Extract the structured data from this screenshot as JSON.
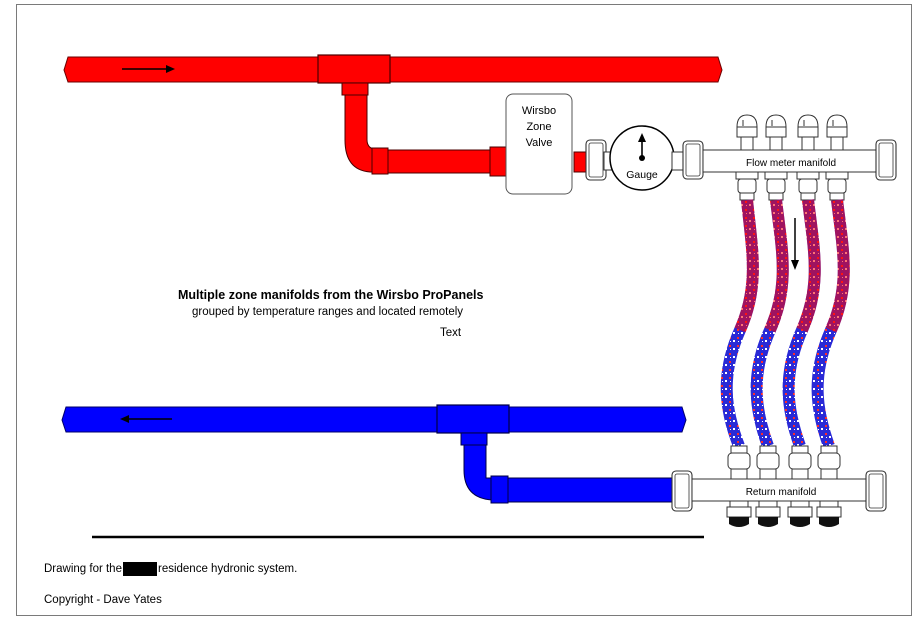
{
  "valve": {
    "line1": "Wirsbo",
    "line2": "Zone",
    "line3": "Valve"
  },
  "gauge": {
    "label": "Gauge"
  },
  "manifolds": {
    "flow": "Flow meter manifold",
    "return": "Return manifold"
  },
  "caption": {
    "title": "Multiple zone manifolds from the Wirsbo ProPanels",
    "subtitle": "grouped by temperature ranges and located remotely",
    "extra": "Text"
  },
  "footer": {
    "drawing_prefix": "Drawing for the",
    "drawing_suffix": "residence hydronic system.",
    "copyright": "Copyright - Dave Yates"
  },
  "colors": {
    "supply": "#ff0000",
    "return": "#0000ff",
    "fixture": "#ffffff"
  }
}
